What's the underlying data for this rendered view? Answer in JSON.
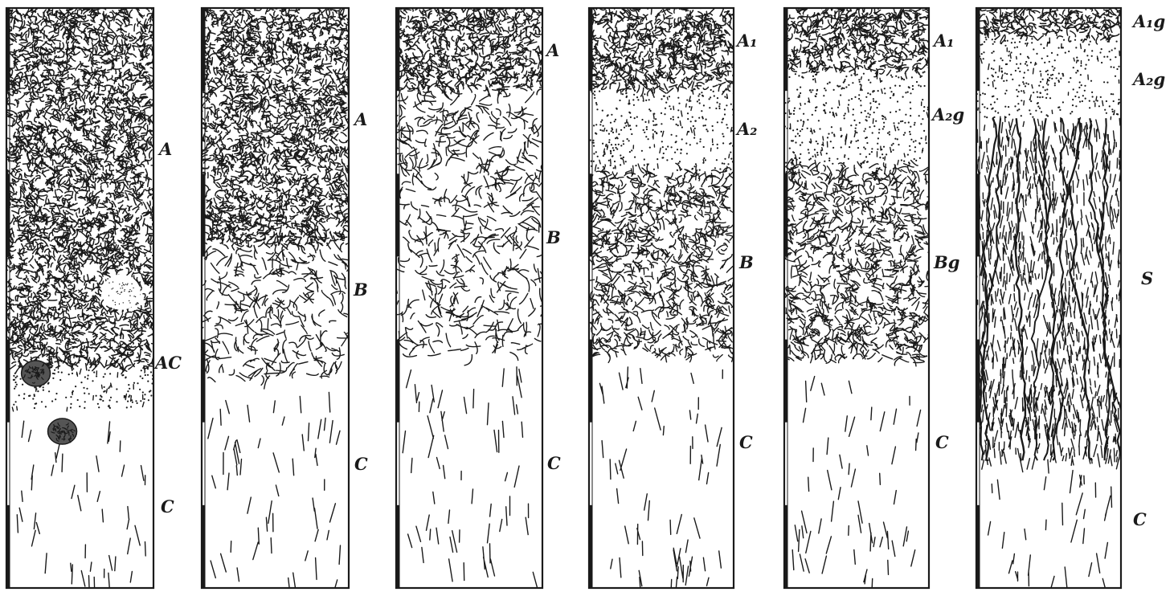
{
  "profiles": [
    {
      "id": "p1",
      "horizons": [
        {
          "label": "A",
          "texture": "dense",
          "from": 0.0,
          "to": 0.62
        },
        {
          "label": "AC",
          "texture": "dots",
          "from": 0.62,
          "to": 0.69
        },
        {
          "label": "C",
          "texture": "sparse",
          "from": 0.69,
          "to": 1.0
        }
      ],
      "nodules": [
        {
          "kind": "light",
          "depth": 0.49,
          "pos": 0.78
        },
        {
          "kind": "dark",
          "depth": 0.63,
          "pos": 0.2
        },
        {
          "kind": "dark",
          "depth": 0.73,
          "pos": 0.38
        }
      ]
    },
    {
      "id": "p2",
      "horizons": [
        {
          "label": "A",
          "texture": "dense",
          "from": 0.0,
          "to": 0.41
        },
        {
          "label": "B",
          "texture": "medium",
          "from": 0.41,
          "to": 0.64
        },
        {
          "label": "C",
          "texture": "sparse",
          "from": 0.64,
          "to": 1.0
        }
      ]
    },
    {
      "id": "p3",
      "horizons": [
        {
          "label": "A",
          "texture": "dense",
          "from": 0.0,
          "to": 0.14
        },
        {
          "label": "B",
          "texture": "medium",
          "from": 0.14,
          "to": 0.6
        },
        {
          "label": "C",
          "texture": "sparse",
          "from": 0.6,
          "to": 1.0
        }
      ]
    },
    {
      "id": "p4",
      "horizons": [
        {
          "label": "A₁",
          "texture": "dense",
          "from": 0.0,
          "to": 0.14
        },
        {
          "label": "A₂",
          "texture": "dots",
          "from": 0.14,
          "to": 0.28
        },
        {
          "label": "B",
          "texture": "medium-dense",
          "from": 0.28,
          "to": 0.6
        },
        {
          "label": "C",
          "texture": "sparse",
          "from": 0.6,
          "to": 1.0
        }
      ]
    },
    {
      "id": "p5",
      "horizons": [
        {
          "label": "A₁",
          "texture": "dense",
          "from": 0.0,
          "to": 0.11
        },
        {
          "label": "A₂g",
          "texture": "dots",
          "from": 0.11,
          "to": 0.27
        },
        {
          "label": "Bg",
          "texture": "medium-dense",
          "from": 0.27,
          "to": 0.61
        },
        {
          "label": "C",
          "texture": "sparse",
          "from": 0.61,
          "to": 1.0
        }
      ]
    },
    {
      "id": "p6",
      "horizons": [
        {
          "label": "A₁g",
          "texture": "dense",
          "from": 0.0,
          "to": 0.05
        },
        {
          "label": "A₂g",
          "texture": "dots",
          "from": 0.05,
          "to": 0.19
        },
        {
          "label": "S",
          "texture": "streaks",
          "from": 0.19,
          "to": 0.78
        },
        {
          "label": "C",
          "texture": "sparse",
          "from": 0.78,
          "to": 1.0
        }
      ]
    }
  ],
  "colors": {
    "ink": "#1a1a1a",
    "paper": "#ffffff",
    "light_nodule": "#ffffff"
  }
}
